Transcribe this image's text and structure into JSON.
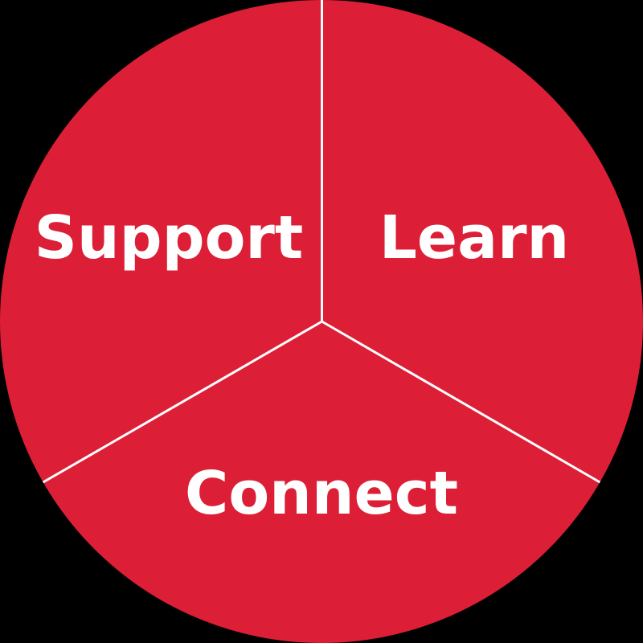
{
  "diagram": {
    "type": "segmented-circle",
    "background_color": "#000000",
    "fill_color": "#DC1F37",
    "divider_color": "#FFFFFF",
    "segments": [
      {
        "label": "Support",
        "position": "upper-left"
      },
      {
        "label": "Learn",
        "position": "upper-right"
      },
      {
        "label": "Connect",
        "position": "bottom"
      }
    ]
  }
}
